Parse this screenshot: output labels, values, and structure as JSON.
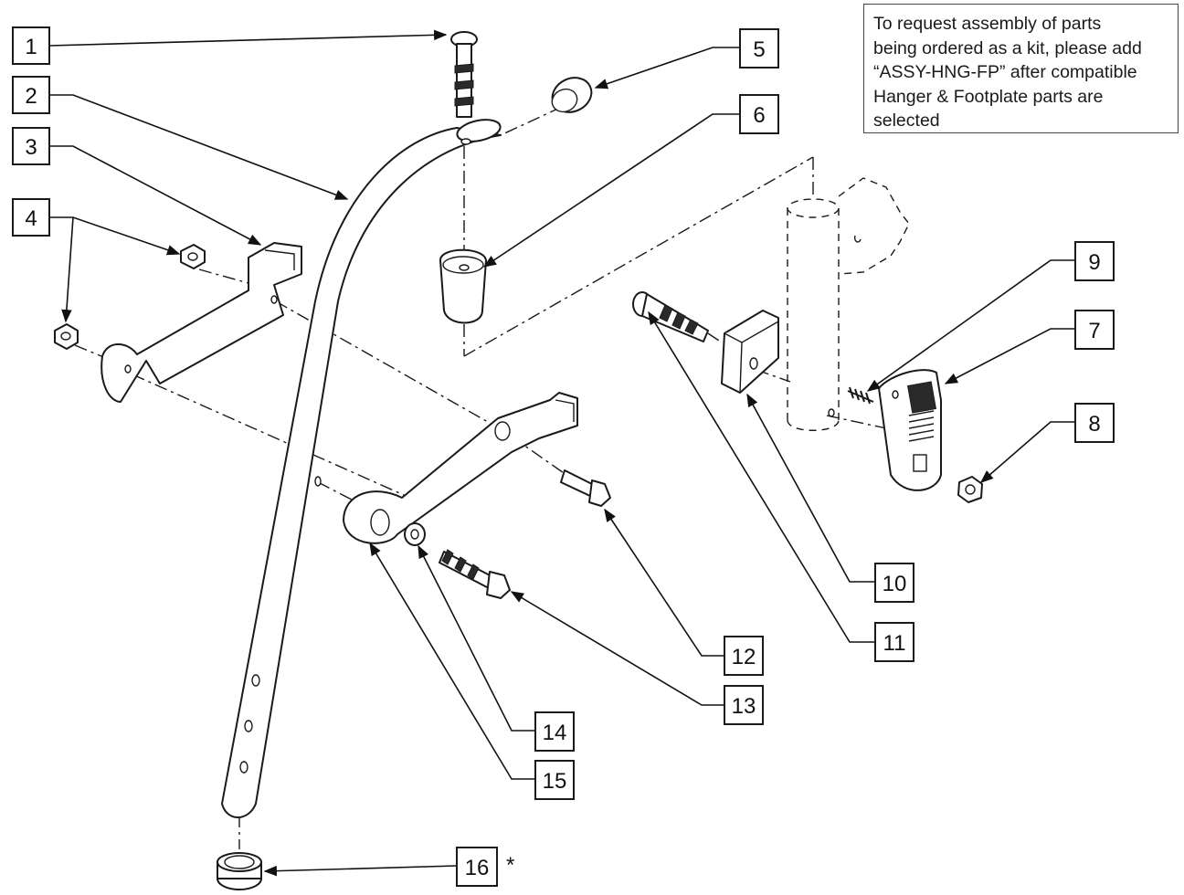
{
  "note": {
    "text": "To request assembly of parts\nbeing ordered as a kit, please add\n“ASSY-HNG-FP” after compatible\nHanger & Footplate parts are\nselected"
  },
  "callouts": [
    {
      "id": "1",
      "label": "1"
    },
    {
      "id": "2",
      "label": "2"
    },
    {
      "id": "3",
      "label": "3"
    },
    {
      "id": "4",
      "label": "4"
    },
    {
      "id": "5",
      "label": "5"
    },
    {
      "id": "6",
      "label": "6"
    },
    {
      "id": "7",
      "label": "7"
    },
    {
      "id": "8",
      "label": "8"
    },
    {
      "id": "9",
      "label": "9"
    },
    {
      "id": "10",
      "label": "10"
    },
    {
      "id": "11",
      "label": "11"
    },
    {
      "id": "12",
      "label": "12"
    },
    {
      "id": "13",
      "label": "13"
    },
    {
      "id": "14",
      "label": "14"
    },
    {
      "id": "15",
      "label": "15"
    },
    {
      "id": "16",
      "label": "16"
    }
  ],
  "asterisk": "*"
}
